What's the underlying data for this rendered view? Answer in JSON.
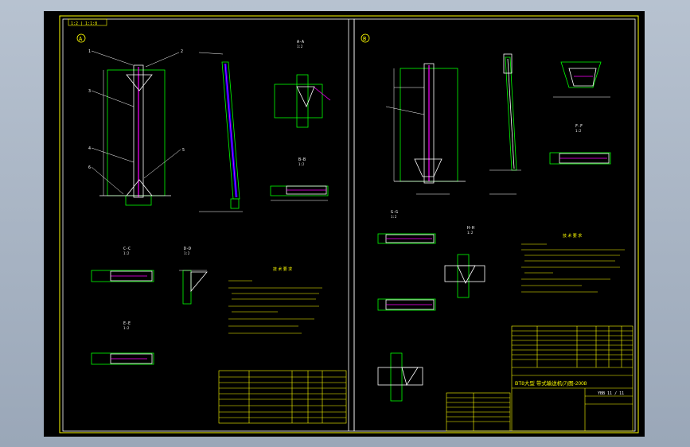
{
  "drawing": {
    "sheet_label": "1:2 | 1:1:8",
    "view_markers": [
      "A",
      "B"
    ],
    "scale_labels": [
      "1:2",
      "1:2",
      "1:2",
      "1:2",
      "1:2",
      "1:2",
      "1:2",
      "1:2"
    ],
    "section_labels": [
      "A-A",
      "B-B",
      "C-C",
      "D-D",
      "E-E",
      "F-F",
      "G-G",
      "H-H"
    ],
    "part_numbers_left": [
      "1",
      "2",
      "3",
      "4",
      "5",
      "6"
    ],
    "notes_title_left": "技 术 要 求",
    "notes_title_right": "技 术 要 求",
    "title_block_main": "BT8大型  带式输送机(7)图-2008",
    "title_block_code": "YBB 11 / 11"
  },
  "colors": {
    "background": "#000000",
    "outline": "#00ff00",
    "text": "#ffff00",
    "magenta": "#ff00ff",
    "cyan": "#00ffff",
    "blue": "#0000ff",
    "white": "#ffffff",
    "red": "#ff3030"
  }
}
